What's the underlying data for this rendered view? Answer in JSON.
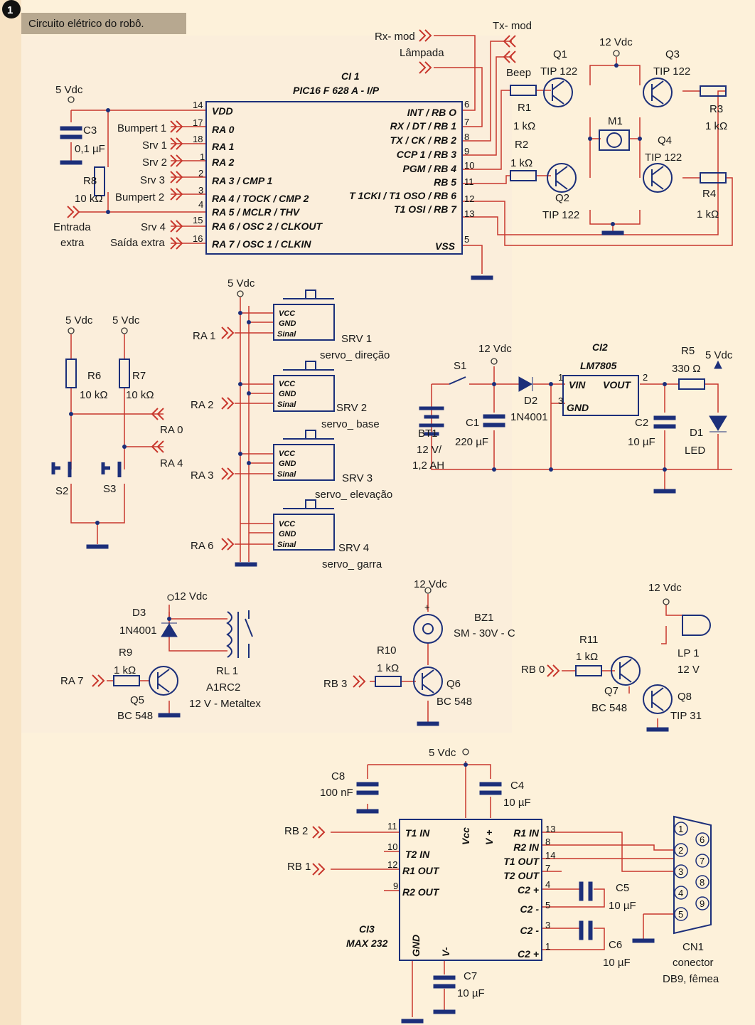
{
  "header": {
    "number": "1",
    "title": "Circuito elétrico do robô."
  },
  "colors": {
    "background": "#fdf1da",
    "wire": "#c8372d",
    "component": "#1c2f7a"
  },
  "pic": {
    "vdd": "5 Vdc",
    "c3": "C3",
    "c3_val": "0,1 µF",
    "r8": "R8",
    "r8_val": "10 kΩ",
    "entrada": "Entrada",
    "extra": "extra",
    "saida_extra": "Saída extra",
    "ci": "CI 1",
    "part": "PIC16 F 628 A - I/P",
    "left_signals": [
      "Bumpert 1",
      "Srv 1",
      "Srv 2",
      "Srv 3",
      "Bumpert 2",
      "Srv 4"
    ],
    "left_pins": [
      "14",
      "17",
      "18",
      "1",
      "2",
      "3",
      "4",
      "15",
      "16"
    ],
    "left_names": [
      "VDD",
      "RA 0",
      "RA 1",
      "RA 2",
      "RA 3 / CMP 1",
      "RA 4 / TOCK / CMP 2",
      "RA 5 / MCLR / THV",
      "RA 6 / OSC 2 / CLKOUT",
      "RA 7 / OSC 1 / CLKIN"
    ],
    "right_names": [
      "INT / RB O",
      "RX / DT / RB 1",
      "TX / CK / RB 2",
      "CCP 1 / RB 3",
      "PGM / RB 4",
      "RB 5",
      "T 1CKI / T1 OSO / RB 6",
      "T1 OSI / RB 7",
      "VSS"
    ],
    "right_pins": [
      "6",
      "7",
      "8",
      "9",
      "10",
      "11",
      "12",
      "13",
      "5"
    ],
    "rx": "Rx- mod",
    "lampada": "Lâmpada",
    "tx": "Tx- mod",
    "beep": "Beep"
  },
  "hbridge": {
    "vcc": "12 Vdc",
    "q1": "Q1",
    "q2": "Q2",
    "q3": "Q3",
    "q4": "Q4",
    "tip": "TIP 122",
    "m1": "M1",
    "r1": "R1",
    "r2": "R2",
    "r3": "R3",
    "r4": "R4",
    "r_val": "1 kΩ"
  },
  "servos": {
    "vcc": "5 Vdc",
    "pins": [
      "VCC",
      "GND",
      "Sinal"
    ],
    "items": [
      {
        "signal": "RA 1",
        "id": "SRV 1",
        "name": "servo_ direção"
      },
      {
        "signal": "RA 2",
        "id": "SRV 2",
        "name": "servo_ base"
      },
      {
        "signal": "RA 3",
        "id": "SRV 3",
        "name": "servo_ elevação"
      },
      {
        "signal": "RA 6",
        "id": "SRV 4",
        "name": "servo_ garra"
      }
    ]
  },
  "switches": {
    "vcc": "5 Vdc",
    "r6": "R6",
    "r7": "R7",
    "r_val": "10 kΩ",
    "ra0": "RA 0",
    "ra4": "RA 4",
    "s2": "S2",
    "s3": "S3"
  },
  "power": {
    "s1": "S1",
    "vcc": "12 Vdc",
    "bt1": "BT1",
    "bt1_v": "12 V/",
    "bt1_c": "1,2 AH",
    "c1": "C1",
    "c1_val": "220 µF",
    "d2": "D2",
    "d2_part": "1N4001",
    "ci2": "CI2",
    "lm": "LM7805",
    "vin": "VIN",
    "vout": "VOUT",
    "gnd": "GND",
    "pin1": "1",
    "pin2": "2",
    "pin3": "3",
    "r5": "R5",
    "r5_val": "330 Ω",
    "out": "5 Vdc",
    "c2": "C2",
    "c2_val": "10 µF",
    "d1": "D1",
    "led": "LED"
  },
  "relay": {
    "vcc": "12 Vdc",
    "d3": "D3",
    "d3_part": "1N4001",
    "r9": "R9",
    "r9_val": "1 kΩ",
    "ra7": "RA 7",
    "q5": "Q5",
    "q5_part": "BC 548",
    "rl": "RL 1",
    "rl_part": "A1RC2",
    "rl_desc": "12 V - Metaltex"
  },
  "buzzer": {
    "vcc": "12 Vdc",
    "plus": "+",
    "bz": "BZ1",
    "bz_part": "SM - 30V - C",
    "r10": "R10",
    "r10_val": "1 kΩ",
    "rb3": "RB 3",
    "q6": "Q6",
    "q6_part": "BC 548"
  },
  "lamp": {
    "vcc": "12 Vdc",
    "r11": "R11",
    "r11_val": "1 kΩ",
    "rb0": "RB 0",
    "lp": "LP 1",
    "lp_v": "12 V",
    "q7": "Q7",
    "q7_part": "BC 548",
    "q8": "Q8",
    "q8_part": "TIP 31"
  },
  "max": {
    "vcc": "5 Vdc",
    "c8": "C8",
    "c8_val": "100 nF",
    "c4": "C4",
    "c4_val": "10 µF",
    "rb2": "RB 2",
    "rb1": "RB 1",
    "left_pins": [
      "11",
      "10",
      "12",
      "9"
    ],
    "left_names": [
      "T1 IN",
      "T2 IN",
      "R1 OUT",
      "R2 OUT"
    ],
    "top_names": [
      "Vcc",
      "V +"
    ],
    "bottom_names": [
      "GND",
      "V-"
    ],
    "right_names": [
      "R1 IN",
      "R2 IN",
      "T1 OUT",
      "T2 OUT",
      "C2 +",
      "C2 -",
      "C2 -",
      "C2 +"
    ],
    "right_pins": [
      "13",
      "8",
      "14",
      "7",
      "4",
      "5",
      "3",
      "1"
    ],
    "ci": "CI3",
    "part": "MAX 232",
    "c5": "C5",
    "c5_val": "10 µF",
    "c6": "C6",
    "c6_val": "10 µF",
    "c7": "C7",
    "c7_val": "10 µF",
    "db9_pins": [
      "1",
      "2",
      "3",
      "4",
      "5",
      "6",
      "7",
      "8",
      "9"
    ],
    "cn": "CN1",
    "cn_desc1": "conector",
    "cn_desc2": "DB9, fêmea"
  }
}
